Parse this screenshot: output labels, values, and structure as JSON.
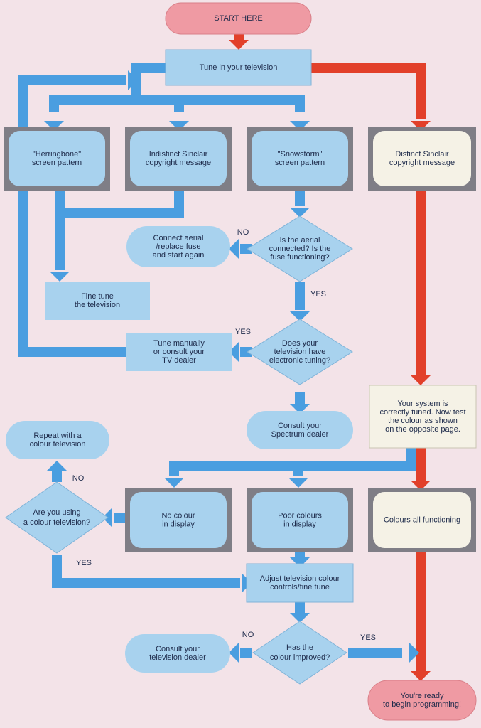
{
  "colors": {
    "background": "#f3e3e8",
    "blue_flow": "#4a9ee0",
    "blue_box": "#a8d2ee",
    "red_flow": "#e2402a",
    "pink_terminal": "#ef9aa3",
    "cream_box": "#f5f2e6",
    "tv_frame": "#7f7e86",
    "text": "#1d2a4a"
  },
  "nodes": {
    "start": [
      "START HERE"
    ],
    "tune": [
      "Tune in your television"
    ],
    "herringbone": [
      "\"Herringbone\"",
      "screen pattern"
    ],
    "indistinct": [
      "Indistinct Sinclair",
      "copyright message"
    ],
    "snowstorm": [
      "\"Snowstorm\"",
      "screen pattern"
    ],
    "distinct": [
      "Distinct Sinclair",
      "copyright message"
    ],
    "connect_aerial": [
      "Connect aerial",
      "/replace fuse",
      "and start again"
    ],
    "aerial_q": [
      "Is the aerial",
      "connected? Is the",
      "fuse functioning?"
    ],
    "fine_tune": [
      "Fine tune",
      "the television"
    ],
    "tune_manually": [
      "Tune manually",
      "or consult your",
      "TV dealer"
    ],
    "electronic_q": [
      "Does your",
      "television have",
      "electronic tuning?"
    ],
    "consult_spectrum": [
      "Consult your",
      "Spectrum dealer"
    ],
    "tuned": [
      "Your system is",
      "correctly tuned. Now test",
      "the colour as shown",
      "on the opposite page."
    ],
    "repeat_colour": [
      "Repeat with a",
      "colour television"
    ],
    "using_colour_q": [
      "Are you using",
      "a colour television?"
    ],
    "no_colour": [
      "No colour",
      "in display"
    ],
    "poor_colours": [
      "Poor colours",
      "in display"
    ],
    "colours_ok": [
      "Colours all functioning"
    ],
    "adjust": [
      "Adjust television colour",
      "controls/fine tune"
    ],
    "consult_tv_dealer": [
      "Consult your",
      "television dealer"
    ],
    "improved_q": [
      "Has the",
      "colour improved?"
    ],
    "ready": [
      "You're ready",
      "to begin programming!"
    ]
  },
  "edge_labels": {
    "aerial_no": "NO",
    "aerial_yes": "YES",
    "electronic_yes": "YES",
    "colour_no": "NO",
    "colour_yes": "YES",
    "improved_no": "NO",
    "improved_yes": "YES"
  }
}
